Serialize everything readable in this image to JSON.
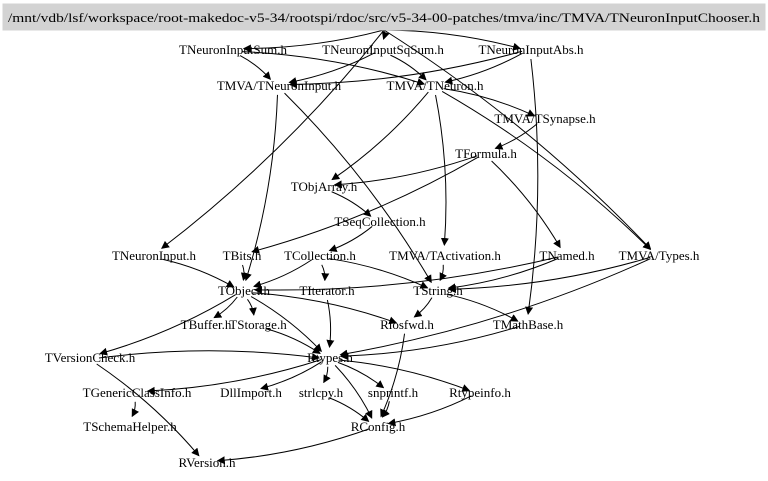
{
  "title": "/mnt/vdb/lsf/workspace/root-makedoc-v5-34/rootspi/rdoc/src/v5-34-00-patches/tmva/inc/TMVA/TNeuronInputChooser.h",
  "colors": {
    "title_bg": "#d3d3d3",
    "edge": "#000000"
  },
  "nodes": [
    "TNeuronInputSum.h",
    "TNeuronInputSqSum.h",
    "TNeuronInputAbs.h",
    "TMVA/TNeuronInput.h",
    "TMVA/TNeuron.h",
    "TMVA/TSynapse.h",
    "TFormula.h",
    "TObjArray.h",
    "TSeqCollection.h",
    "TNeuronInput.h",
    "TBits.h",
    "TCollection.h",
    "TMVA/TActivation.h",
    "TNamed.h",
    "TMVA/Types.h",
    "TObject.h",
    "TIterator.h",
    "TString.h",
    "TBuffer.h",
    "TStorage.h",
    "Riosfwd.h",
    "TMathBase.h",
    "TVersionCheck.h",
    "Rtypes.h",
    "TGenericClassInfo.h",
    "DllImport.h",
    "strlcpy.h",
    "snprintf.h",
    "Rtypeinfo.h",
    "TSchemaHelper.h",
    "RConfig.h",
    "RVersion.h"
  ],
  "edges": [
    [
      "ROOT",
      "TNeuronInputSum.h"
    ],
    [
      "ROOT",
      "TNeuronInputSqSum.h"
    ],
    [
      "ROOT",
      "TNeuronInputAbs.h"
    ],
    [
      "ROOT",
      "TNeuronInput.h"
    ],
    [
      "ROOT",
      "TMVA/Types.h"
    ],
    [
      "TNeuronInputSum.h",
      "TMVA/TNeuronInput.h"
    ],
    [
      "TNeuronInputSum.h",
      "TMVA/TNeuron.h"
    ],
    [
      "TNeuronInputSqSum.h",
      "TMVA/TNeuronInput.h"
    ],
    [
      "TNeuronInputSqSum.h",
      "TMVA/TNeuron.h"
    ],
    [
      "TNeuronInputAbs.h",
      "TMVA/TNeuronInput.h"
    ],
    [
      "TNeuronInputAbs.h",
      "TMVA/TNeuron.h"
    ],
    [
      "TNeuronInputAbs.h",
      "TMathBase.h"
    ],
    [
      "TMVA/TNeuronInput.h",
      "TObject.h"
    ],
    [
      "TMVA/TNeuronInput.h",
      "TString.h"
    ],
    [
      "TMVA/TNeuron.h",
      "TMVA/TSynapse.h"
    ],
    [
      "TMVA/TNeuron.h",
      "TObjArray.h"
    ],
    [
      "TMVA/TNeuron.h",
      "TMVA/TActivation.h"
    ],
    [
      "TMVA/TNeuron.h",
      "TMVA/Types.h"
    ],
    [
      "TMVA/TSynapse.h",
      "TFormula.h"
    ],
    [
      "TFormula.h",
      "TObjArray.h"
    ],
    [
      "TFormula.h",
      "TBits.h"
    ],
    [
      "TFormula.h",
      "TNamed.h"
    ],
    [
      "TObjArray.h",
      "TSeqCollection.h"
    ],
    [
      "TSeqCollection.h",
      "TCollection.h"
    ],
    [
      "TNeuronInput.h",
      "TObject.h"
    ],
    [
      "TBits.h",
      "TObject.h"
    ],
    [
      "TCollection.h",
      "TObject.h"
    ],
    [
      "TCollection.h",
      "TIterator.h"
    ],
    [
      "TCollection.h",
      "TString.h"
    ],
    [
      "TMVA/TActivation.h",
      "TString.h"
    ],
    [
      "TNamed.h",
      "TString.h"
    ],
    [
      "TNamed.h",
      "TObject.h"
    ],
    [
      "TMVA/Types.h",
      "TString.h"
    ],
    [
      "TMVA/Types.h",
      "Rtypes.h"
    ],
    [
      "TObject.h",
      "TBuffer.h"
    ],
    [
      "TObject.h",
      "TStorage.h"
    ],
    [
      "TObject.h",
      "Riosfwd.h"
    ],
    [
      "TObject.h",
      "TVersionCheck.h"
    ],
    [
      "TObject.h",
      "Rtypes.h"
    ],
    [
      "TIterator.h",
      "Rtypes.h"
    ],
    [
      "TString.h",
      "Riosfwd.h"
    ],
    [
      "TString.h",
      "TMathBase.h"
    ],
    [
      "TStorage.h",
      "Rtypes.h"
    ],
    [
      "TMathBase.h",
      "Rtypes.h"
    ],
    [
      "Riosfwd.h",
      "RConfig.h"
    ],
    [
      "TVersionCheck.h",
      "RVersion.h"
    ],
    [
      "TVersionCheck.h",
      "Rtypes.h"
    ],
    [
      "Rtypes.h",
      "TGenericClassInfo.h"
    ],
    [
      "Rtypes.h",
      "DllImport.h"
    ],
    [
      "Rtypes.h",
      "strlcpy.h"
    ],
    [
      "Rtypes.h",
      "snprintf.h"
    ],
    [
      "Rtypes.h",
      "Rtypeinfo.h"
    ],
    [
      "Rtypes.h",
      "RConfig.h"
    ],
    [
      "TGenericClassInfo.h",
      "TSchemaHelper.h"
    ],
    [
      "strlcpy.h",
      "RConfig.h"
    ],
    [
      "snprintf.h",
      "RConfig.h"
    ],
    [
      "Rtypeinfo.h",
      "RConfig.h"
    ],
    [
      "RConfig.h",
      "RVersion.h"
    ]
  ]
}
